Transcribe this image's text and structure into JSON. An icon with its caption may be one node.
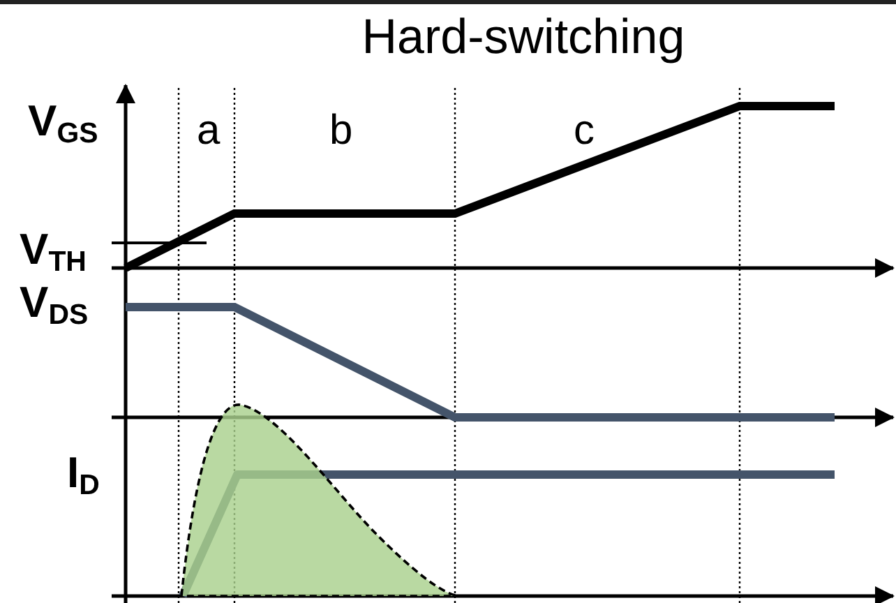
{
  "diagram": {
    "title": "Hard-switching",
    "labels": [
      "V$_{GS}$",
      "a",
      "b",
      "c",
      "V$_{TH}$",
      "V$_{DS}$",
      "I$_{D}$"
    ]
  }
}
